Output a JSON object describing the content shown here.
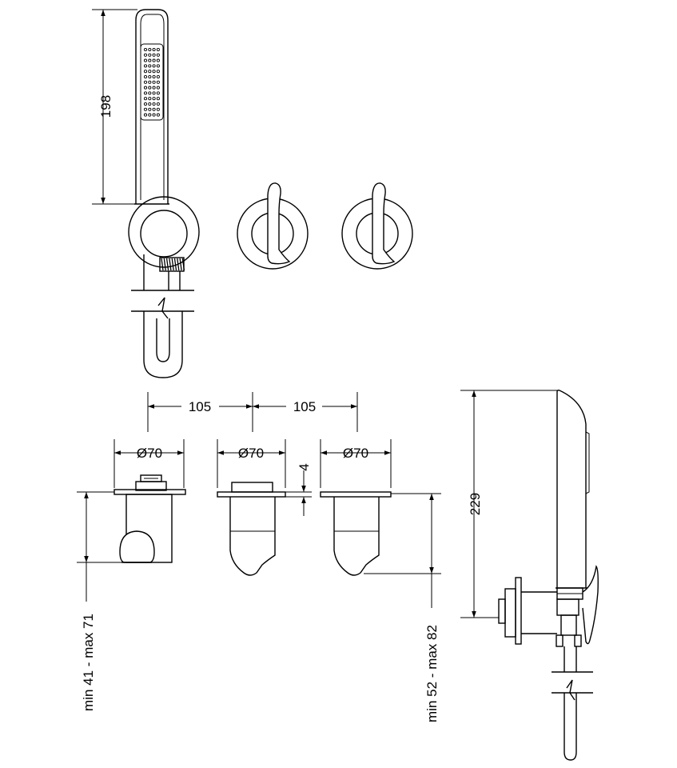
{
  "dimensions": {
    "handshower_length": "198",
    "spacing_left": "105",
    "spacing_right": "105",
    "diameter_left": "Ø70",
    "diameter_middle": "Ø70",
    "diameter_right": "Ø70",
    "rosette_thickness": "4",
    "handshower_side_length": "229",
    "depth_left": "min 41 - max 71",
    "depth_right": "min 52 - max 82"
  },
  "colors": {
    "line": "#000000",
    "background": "#ffffff"
  }
}
